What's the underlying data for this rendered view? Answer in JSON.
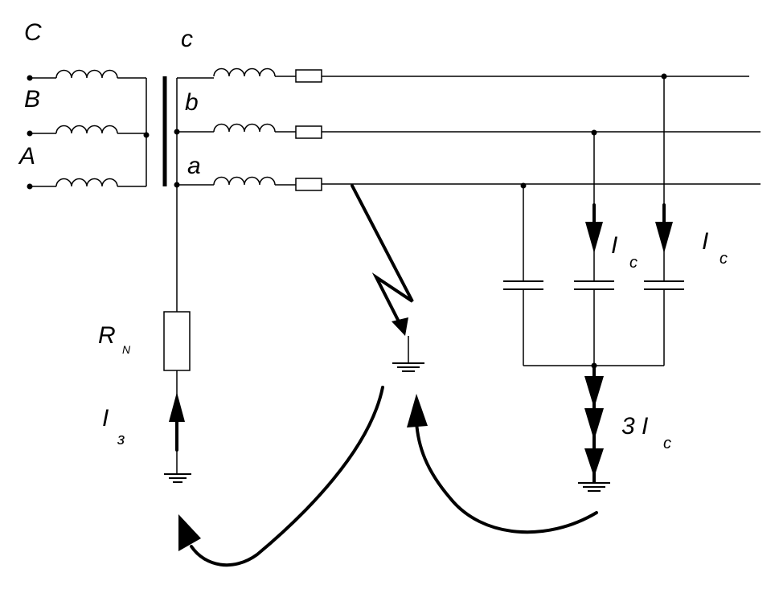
{
  "labels": {
    "primary_C": "C",
    "primary_B": "B",
    "primary_A": "A",
    "secondary_c": "c",
    "secondary_b": "b",
    "secondary_a": "a",
    "resistor_main": "R",
    "resistor_sub": "N",
    "current_I": "I",
    "current_I_sub": "з",
    "cap_current_1": "I",
    "cap_current_1_sub": "c",
    "cap_current_2": "I",
    "cap_current_2_sub": "c",
    "total_current": "3 I",
    "total_current_sub": "c"
  },
  "colors": {
    "line": "#000000",
    "background": "#ffffff"
  }
}
